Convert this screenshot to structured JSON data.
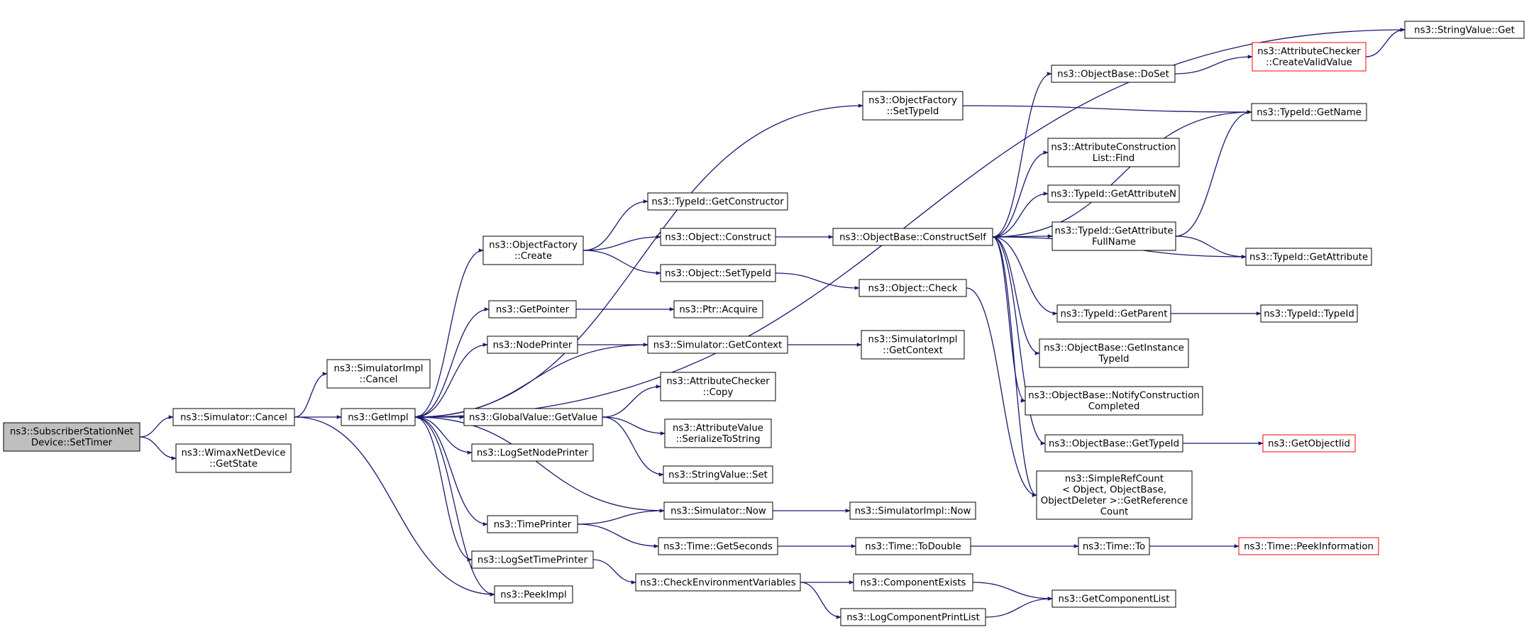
{
  "diagram": {
    "title": "",
    "nodes": [
      {
        "id": "set_timer",
        "lines": [
          "ns3::SubscriberStationNet",
          "Device::SetTimer"
        ],
        "focus": true
      },
      {
        "id": "sim_cancel",
        "lines": [
          "ns3::Simulator::Cancel"
        ]
      },
      {
        "id": "wimax_getstate",
        "lines": [
          "ns3::WimaxNetDevice",
          "::GetState"
        ]
      },
      {
        "id": "simimpl_cancel",
        "lines": [
          "ns3::SimulatorImpl",
          "::Cancel"
        ]
      },
      {
        "id": "getimpl",
        "lines": [
          "ns3::GetImpl"
        ]
      },
      {
        "id": "peekimpl",
        "lines": [
          "ns3::PeekImpl"
        ]
      },
      {
        "id": "objfactory_create",
        "lines": [
          "ns3::ObjectFactory",
          "::Create"
        ]
      },
      {
        "id": "getpointer",
        "lines": [
          "ns3::GetPointer"
        ]
      },
      {
        "id": "nodeprinter",
        "lines": [
          "ns3::NodePrinter"
        ]
      },
      {
        "id": "gv_getvalue",
        "lines": [
          "ns3::GlobalValue::GetValue"
        ]
      },
      {
        "id": "logsetnodeprinter",
        "lines": [
          "ns3::LogSetNodePrinter"
        ]
      },
      {
        "id": "timeprinter",
        "lines": [
          "ns3::TimePrinter"
        ]
      },
      {
        "id": "logsettimeprinter",
        "lines": [
          "ns3::LogSetTimePrinter"
        ]
      },
      {
        "id": "typeid_getconstructor",
        "lines": [
          "ns3::TypeId::GetConstructor"
        ]
      },
      {
        "id": "object_construct",
        "lines": [
          "ns3::Object::Construct"
        ]
      },
      {
        "id": "object_settypeid",
        "lines": [
          "ns3::Object::SetTypeId"
        ]
      },
      {
        "id": "ptr_acquire",
        "lines": [
          "ns3::Ptr::Acquire"
        ]
      },
      {
        "id": "sim_getcontext",
        "lines": [
          "ns3::Simulator::GetContext"
        ]
      },
      {
        "id": "attrchecker_copy",
        "lines": [
          "ns3::AttributeChecker",
          "::Copy"
        ]
      },
      {
        "id": "attrvalue_serialize",
        "lines": [
          "ns3::AttributeValue",
          "::SerializeToString"
        ]
      },
      {
        "id": "stringvalue_set",
        "lines": [
          "ns3::StringValue::Set"
        ]
      },
      {
        "id": "sim_now",
        "lines": [
          "ns3::Simulator::Now"
        ]
      },
      {
        "id": "time_getseconds",
        "lines": [
          "ns3::Time::GetSeconds"
        ]
      },
      {
        "id": "checkenv",
        "lines": [
          "ns3::CheckEnvironmentVariables"
        ]
      },
      {
        "id": "objfactory_settypeid",
        "lines": [
          "ns3::ObjectFactory",
          "::SetTypeId"
        ]
      },
      {
        "id": "objbase_constructself",
        "lines": [
          "ns3::ObjectBase::ConstructSelf"
        ]
      },
      {
        "id": "object_check",
        "lines": [
          "ns3::Object::Check"
        ]
      },
      {
        "id": "simimpl_getcontext",
        "lines": [
          "ns3::SimulatorImpl",
          "::GetContext"
        ]
      },
      {
        "id": "simimpl_now",
        "lines": [
          "ns3::SimulatorImpl::Now"
        ]
      },
      {
        "id": "time_todouble",
        "lines": [
          "ns3::Time::ToDouble"
        ]
      },
      {
        "id": "componentexists",
        "lines": [
          "ns3::ComponentExists"
        ]
      },
      {
        "id": "logcomponentprintlist",
        "lines": [
          "ns3::LogComponentPrintList"
        ]
      },
      {
        "id": "objbase_doset",
        "lines": [
          "ns3::ObjectBase::DoSet"
        ]
      },
      {
        "id": "attrconstruction_find",
        "lines": [
          "ns3::AttributeConstruction",
          "List::Find"
        ]
      },
      {
        "id": "typeid_getattributen",
        "lines": [
          "ns3::TypeId::GetAttributeN"
        ]
      },
      {
        "id": "typeid_getattributefullname",
        "lines": [
          "ns3::TypeId::GetAttribute",
          "FullName"
        ]
      },
      {
        "id": "typeid_getparent",
        "lines": [
          "ns3::TypeId::GetParent"
        ]
      },
      {
        "id": "objbase_getinstancetypeid",
        "lines": [
          "ns3::ObjectBase::GetInstance",
          "TypeId"
        ]
      },
      {
        "id": "objbase_notifyconstruction",
        "lines": [
          "ns3::ObjectBase::NotifyConstruction",
          "Completed"
        ]
      },
      {
        "id": "objbase_gettypeid",
        "lines": [
          "ns3::ObjectBase::GetTypeId"
        ]
      },
      {
        "id": "simplerefcount",
        "lines": [
          "ns3::SimpleRefCount",
          "< Object, ObjectBase,",
          " ObjectDeleter >::GetReference",
          "Count"
        ]
      },
      {
        "id": "time_to",
        "lines": [
          "ns3::Time::To"
        ]
      },
      {
        "id": "getcomponentlist",
        "lines": [
          "ns3::GetComponentList"
        ]
      },
      {
        "id": "attrchecker_createvalid",
        "lines": [
          "ns3::AttributeChecker",
          "::CreateValidValue"
        ],
        "truncated": true
      },
      {
        "id": "typeid_getname",
        "lines": [
          "ns3::TypeId::GetName"
        ]
      },
      {
        "id": "typeid_getattribute",
        "lines": [
          "ns3::TypeId::GetAttribute"
        ]
      },
      {
        "id": "typeid_typeid",
        "lines": [
          "ns3::TypeId::TypeId"
        ]
      },
      {
        "id": "getobjectiid",
        "lines": [
          "ns3::GetObjectIid"
        ],
        "truncated": true
      },
      {
        "id": "time_peekinformation",
        "lines": [
          "ns3::Time::PeekInformation"
        ],
        "truncated": true
      },
      {
        "id": "stringvalue_get",
        "lines": [
          "ns3::StringValue::Get"
        ]
      }
    ],
    "edges": [
      [
        "set_timer",
        "sim_cancel"
      ],
      [
        "set_timer",
        "wimax_getstate"
      ],
      [
        "sim_cancel",
        "simimpl_cancel"
      ],
      [
        "sim_cancel",
        "getimpl"
      ],
      [
        "sim_cancel",
        "peekimpl"
      ],
      [
        "getimpl",
        "objfactory_create"
      ],
      [
        "getimpl",
        "getpointer"
      ],
      [
        "getimpl",
        "nodeprinter"
      ],
      [
        "getimpl",
        "gv_getvalue"
      ],
      [
        "getimpl",
        "logsetnodeprinter"
      ],
      [
        "getimpl",
        "timeprinter"
      ],
      [
        "getimpl",
        "logsettimeprinter"
      ],
      [
        "getimpl",
        "peekimpl"
      ],
      [
        "getimpl",
        "objfactory_settypeid"
      ],
      [
        "getimpl",
        "stringvalue_get"
      ],
      [
        "objfactory_create",
        "typeid_getconstructor"
      ],
      [
        "objfactory_create",
        "object_construct"
      ],
      [
        "objfactory_create",
        "object_settypeid"
      ],
      [
        "object_construct",
        "objbase_constructself"
      ],
      [
        "object_settypeid",
        "object_check"
      ],
      [
        "object_check",
        "simplerefcount"
      ],
      [
        "getpointer",
        "ptr_acquire"
      ],
      [
        "nodeprinter",
        "sim_getcontext"
      ],
      [
        "sim_getcontext",
        "getimpl"
      ],
      [
        "sim_getcontext",
        "simimpl_getcontext"
      ],
      [
        "gv_getvalue",
        "attrchecker_copy"
      ],
      [
        "gv_getvalue",
        "attrvalue_serialize"
      ],
      [
        "gv_getvalue",
        "stringvalue_set"
      ],
      [
        "timeprinter",
        "sim_now"
      ],
      [
        "timeprinter",
        "time_getseconds"
      ],
      [
        "sim_now",
        "getimpl"
      ],
      [
        "sim_now",
        "simimpl_now"
      ],
      [
        "time_getseconds",
        "time_todouble"
      ],
      [
        "time_todouble",
        "time_to"
      ],
      [
        "time_to",
        "time_peekinformation"
      ],
      [
        "logsettimeprinter",
        "checkenv"
      ],
      [
        "checkenv",
        "componentexists"
      ],
      [
        "checkenv",
        "logcomponentprintlist"
      ],
      [
        "componentexists",
        "getcomponentlist"
      ],
      [
        "logcomponentprintlist",
        "getcomponentlist"
      ],
      [
        "objfactory_settypeid",
        "typeid_getname"
      ],
      [
        "objbase_constructself",
        "objbase_doset"
      ],
      [
        "objbase_constructself",
        "typeid_getname"
      ],
      [
        "objbase_constructself",
        "attrconstruction_find"
      ],
      [
        "objbase_constructself",
        "typeid_getattributen"
      ],
      [
        "objbase_constructself",
        "typeid_getattributefullname"
      ],
      [
        "objbase_constructself",
        "typeid_getattribute"
      ],
      [
        "objbase_constructself",
        "typeid_getparent"
      ],
      [
        "objbase_constructself",
        "objbase_getinstancetypeid"
      ],
      [
        "objbase_constructself",
        "objbase_notifyconstruction"
      ],
      [
        "objbase_constructself",
        "objbase_gettypeid"
      ],
      [
        "objbase_constructself",
        "simplerefcount"
      ],
      [
        "objbase_doset",
        "attrchecker_createvalid"
      ],
      [
        "attrchecker_createvalid",
        "stringvalue_get"
      ],
      [
        "typeid_getattributefullname",
        "typeid_getname"
      ],
      [
        "typeid_getattributefullname",
        "typeid_getattribute"
      ],
      [
        "typeid_getparent",
        "typeid_typeid"
      ],
      [
        "objbase_gettypeid",
        "getobjectiid"
      ]
    ],
    "colors": {
      "edge": "#191970",
      "focus_fill": "#bfbfbf",
      "node_border": "#000000",
      "truncated_border": "#ff0000"
    }
  }
}
